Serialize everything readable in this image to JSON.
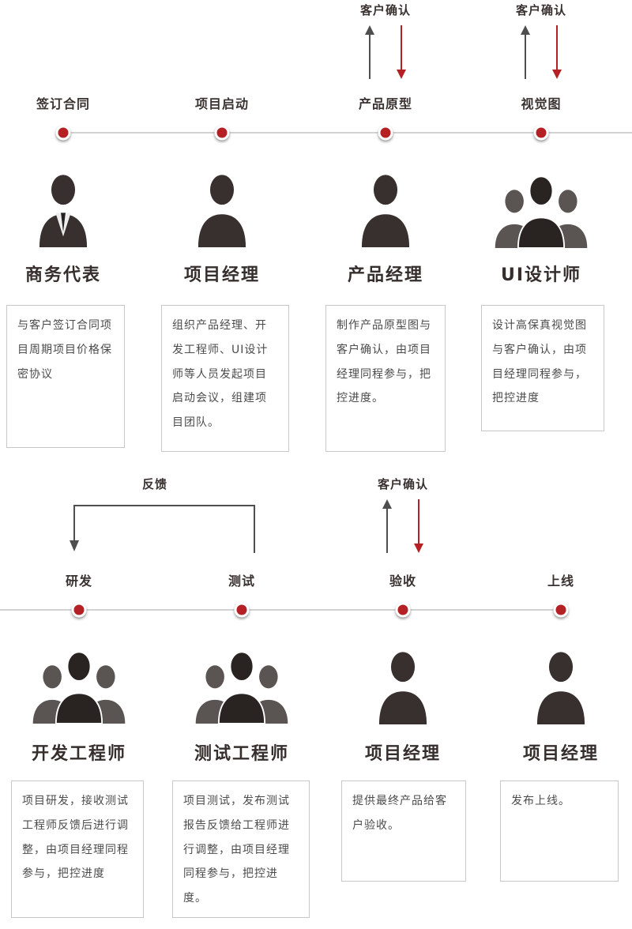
{
  "confirm_label": "客户确认",
  "feedback_label": "反馈",
  "stages_top": [
    {
      "label": "签订合同",
      "role": "商务代表",
      "icon": "single-person-with-tie",
      "desc": "与客户签订合同项目周期项目价格保密协议"
    },
    {
      "label": "项目启动",
      "role": "项目经理",
      "icon": "single-person",
      "desc": "组织产品经理、开发工程师、UI设计师等人员发起项目启动会议，组建项目团队。"
    },
    {
      "label": "产品原型",
      "role": "产品经理",
      "icon": "single-person",
      "customer_confirm": true,
      "desc": "制作产品原型图与客户确认，由项目经理同程参与，把控进度。"
    },
    {
      "label": "视觉图",
      "role": "UI设计师",
      "icon": "team",
      "customer_confirm": true,
      "desc": "设计高保真视觉图与客户确认，由项目经理同程参与，把控进度"
    }
  ],
  "stages_bottom": [
    {
      "label": "研发",
      "role": "开发工程师",
      "icon": "team",
      "desc": "项目研发，接收测试工程师反馈后进行调整，由项目经理同程参与，把控进度"
    },
    {
      "label": "测试",
      "role": "测试工程师",
      "icon": "team",
      "desc": "项目测试，发布测试报告反馈给工程师进行调整，由项目经理同程参与，把控进度。"
    },
    {
      "label": "验收",
      "role": "项目经理",
      "icon": "single-person",
      "customer_confirm": true,
      "desc": "提供最终产品给客户验收。"
    },
    {
      "label": "上线",
      "role": "项目经理",
      "icon": "single-person",
      "desc": "发布上线。"
    }
  ],
  "colors": {
    "accent_red": "#b42024",
    "dark_text": "#3a3231",
    "line_gray": "#d2d2d2",
    "arrow_gray": "#4e4e4e"
  }
}
